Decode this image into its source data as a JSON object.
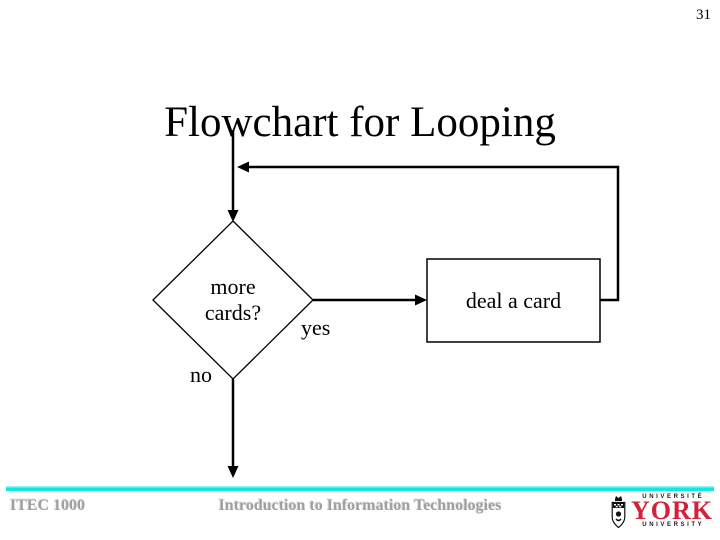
{
  "slide": {
    "page_number": "31",
    "title": "Flowchart for Looping"
  },
  "flowchart": {
    "decision_label": "more\ncards?",
    "process_label": "deal a card",
    "yes_label": "yes",
    "no_label": "no",
    "structure": {
      "type": "flowchart",
      "nodes": [
        {
          "id": "decision",
          "shape": "diamond",
          "label": "more cards?"
        },
        {
          "id": "process",
          "shape": "rectangle",
          "label": "deal a card"
        }
      ],
      "edges": [
        {
          "from": "top",
          "to": "decision",
          "arrowhead": "down"
        },
        {
          "from": "decision",
          "to": "process",
          "label": "yes",
          "arrowhead": "right"
        },
        {
          "from": "process",
          "to": "top-line",
          "type": "loop-back",
          "arrowhead": "left"
        },
        {
          "from": "decision",
          "to": "bottom",
          "label": "no",
          "arrowhead": "down"
        }
      ]
    }
  },
  "footer": {
    "course_code": "ITEC 1000",
    "course_title": "Introduction to Information Technologies",
    "logo": {
      "top_text": "UNIVERSITÉ",
      "main_text": "YORK",
      "bottom_text": "UNIVERSITY"
    }
  },
  "colors": {
    "background": "#ffffff",
    "ink": "#000000",
    "footer_text_gray": "#9f9f9f",
    "divider_cyan": "#12e7e2",
    "york_red": "#d2213a"
  }
}
